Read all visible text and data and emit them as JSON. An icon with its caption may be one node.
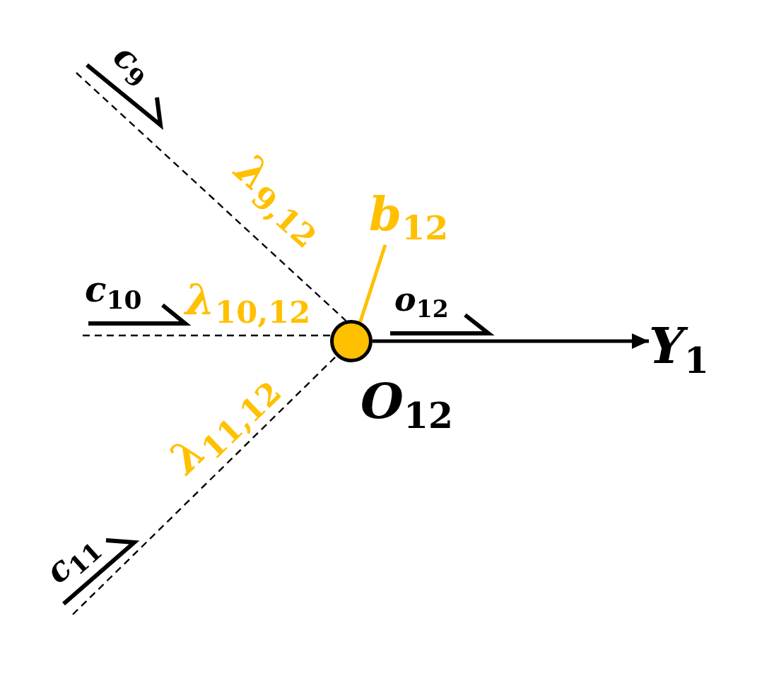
{
  "diagram": {
    "nodes": [
      {
        "text": [],
        "shape": "circle",
        "beside": [
          "*O*$_{12}$"
        ]
      },
      {
        "text": [
          "*Y*$_{1}$"
        ]
      },
      {
        "text": [
          "*b*$_{12}$"
        ]
      }
    ],
    "edges": [
      {
        "from": null,
        "to": 0,
        "arrow": "none",
        "style": "dashed",
        "label": "*λ*$_{9,12}$"
      },
      {
        "from": null,
        "to": 0,
        "arrow": "none",
        "style": "dashed",
        "label": "*λ*$_{10,12}$"
      },
      {
        "from": null,
        "to": 0,
        "arrow": "none",
        "style": "dashed",
        "label": "*λ*$_{11,12}$"
      },
      {
        "from": 0,
        "to": 1,
        "arrow": "to",
        "style": "thick"
      },
      {
        "from": 2,
        "to": 0,
        "arrow": "none",
        "style": "thick",
        "color": "#ffc000"
      }
    ],
    "labels": [
      "*c*$_{9}$",
      "*c*$_{10}$",
      "*o*$_{12}$",
      "*c*$_{11}$"
    ]
  }
}
